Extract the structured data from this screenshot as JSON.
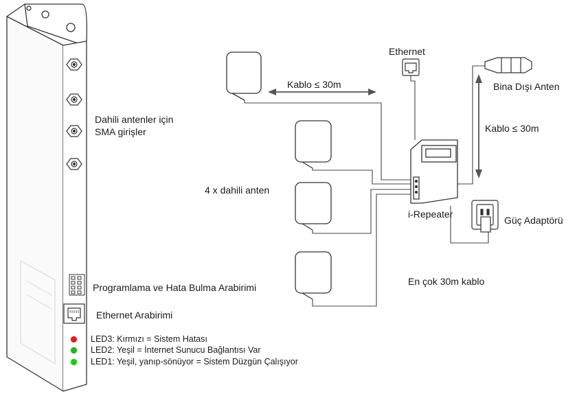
{
  "labels": {
    "sma_inputs_line1": "Dahili antenler için",
    "sma_inputs_line2": "SMA girişler",
    "programming_interface": "Programlama ve Hata Bulma Arabirimi",
    "ethernet_interface": "Ethernet Arabirimi",
    "ethernet": "Ethernet",
    "outdoor_antenna": "Bina Dışı Anten",
    "cable_top": "Kablo ≤ 30m",
    "cable_right": "Kablo ≤ 30m",
    "internal_antennas": "4 x dahili anten",
    "repeater": "i-Repeater",
    "power_adapter": "Güç Adaptörü",
    "max_cable": "En çok 30m kablo"
  },
  "leds": [
    {
      "text": "LED3: Kırmızı = Sistem Hatası",
      "color": "#d62020"
    },
    {
      "text": "LED2: Yeşil = İnternet Sunucu Bağlantısı Var",
      "color": "#22b61f"
    },
    {
      "text": "LED1: Yeşil, yanıp-sönüyor = Sistem Düzgün Çalışıyor",
      "color": "#22c51f"
    }
  ]
}
